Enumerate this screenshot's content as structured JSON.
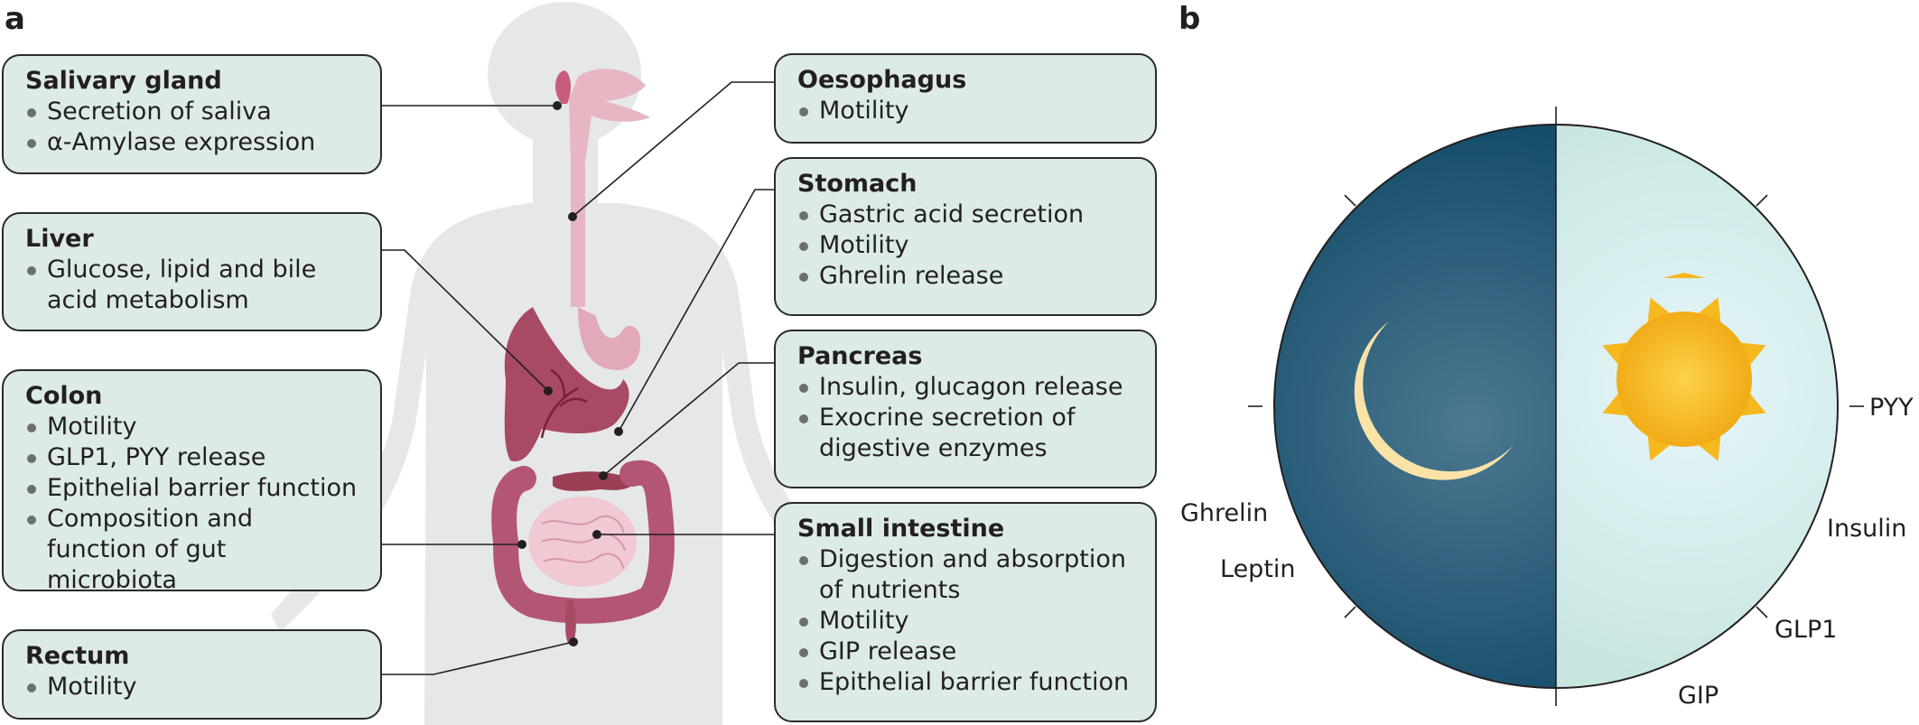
{
  "panel_a": {
    "letter": "a",
    "organs": [
      {
        "id": "salivary",
        "title": "Salivary gland",
        "items": [
          "Secretion of saliva",
          "α-Amylase expression"
        ]
      },
      {
        "id": "liver",
        "title": "Liver",
        "items": [
          "Glucose, lipid and bile acid metabolism"
        ]
      },
      {
        "id": "colon",
        "title": "Colon",
        "items": [
          "Motility",
          "GLP1, PYY release",
          "Epithelial barrier function",
          "Composition and function of gut microbiota"
        ]
      },
      {
        "id": "rectum",
        "title": "Rectum",
        "items": [
          "Motility"
        ]
      },
      {
        "id": "oesophagus",
        "title": "Oesophagus",
        "items": [
          "Motility"
        ]
      },
      {
        "id": "stomach",
        "title": "Stomach",
        "items": [
          "Gastric acid secretion",
          "Motility",
          "Ghrelin release"
        ]
      },
      {
        "id": "pancreas",
        "title": "Pancreas",
        "items": [
          "Insulin, glucagon release",
          "Exocrine secretion of digestive enzymes"
        ]
      },
      {
        "id": "small_intestine",
        "title": "Small intestine",
        "items": [
          "Digestion and absorption of nutrients",
          "Motility",
          "GIP release",
          "Epithelial barrier function"
        ]
      }
    ]
  },
  "panel_b": {
    "letter": "b",
    "hormones": [
      "PYY",
      "Ghrelin",
      "Insulin",
      "Leptin",
      "GLP1",
      "GIP"
    ]
  },
  "colors": {
    "box_fill": "#dcebe6",
    "night": "#184f6e",
    "day": "#cfe7e3",
    "organ": "#a84a63",
    "sun": "#f6b81f",
    "moon": "#fbe3a8"
  }
}
